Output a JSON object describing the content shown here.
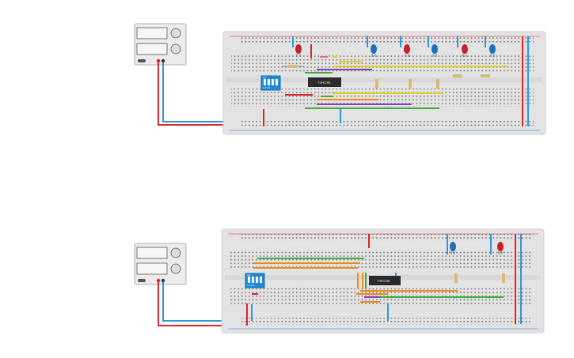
{
  "colors": {
    "background": "#ffffff",
    "breadboard": "#e6e6e6",
    "breadboard_edge": "#cfcfcf",
    "hole": "#4a4a4a",
    "rail_red": "#e0242c",
    "rail_blue": "#1f7fd1",
    "wire_red": "#e0242c",
    "wire_blue": "#2c9ad8",
    "wire_green": "#3fae3f",
    "wire_yellow": "#e3d01e",
    "wire_orange": "#f08a1c",
    "wire_purple": "#8e3fc0",
    "wire_pink": "#e06aa0",
    "chip": "#2a2a2a",
    "dip_switch": "#1f8ad8",
    "led_red": "#c8202a",
    "led_blue": "#1e6fc0",
    "psu_body": "#e9e9e9"
  },
  "circuit_top": {
    "power_supply": {
      "name": "power-supply"
    },
    "ic_label": "74HC86",
    "dip_label": "ON",
    "dip_numbers": "1 2 3 4",
    "leds": [
      "red",
      "blue",
      "red",
      "blue",
      "red",
      "blue"
    ]
  },
  "circuit_bottom": {
    "power_supply": {
      "name": "power-supply"
    },
    "ic_label": "74HC86",
    "dip_label": "ON",
    "dip_numbers": "1 2 3 4",
    "leds": [
      "blue",
      "red"
    ]
  }
}
